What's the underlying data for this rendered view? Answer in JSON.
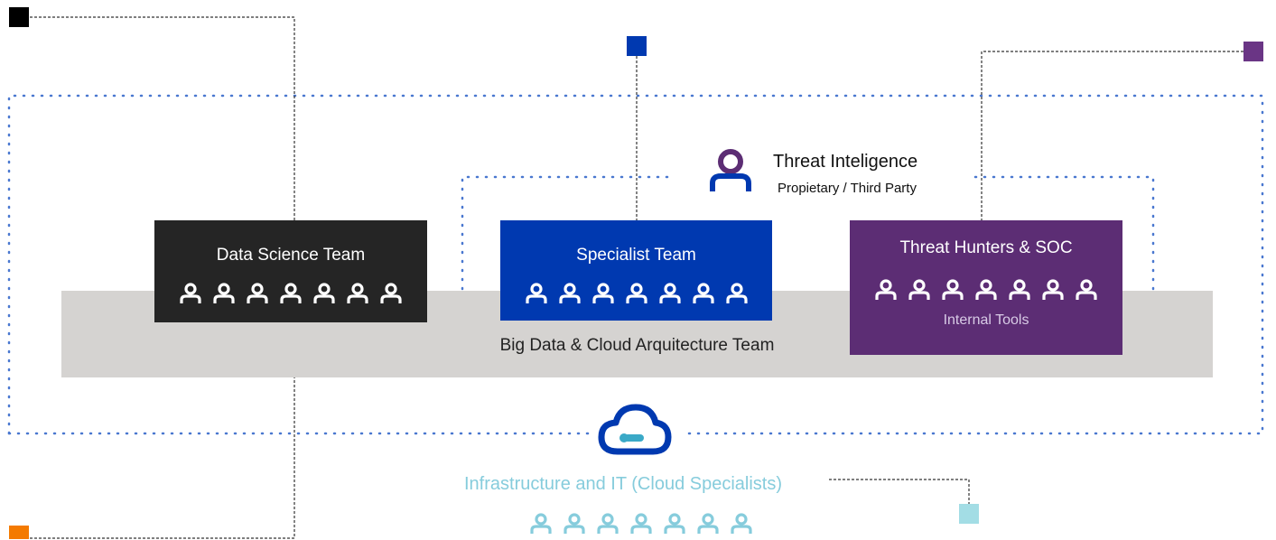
{
  "threat_intel": {
    "title": "Threat Inteligence",
    "subtitle": "Propietary / Third Party"
  },
  "teams": {
    "data_science": {
      "title": "Data Science Team",
      "members": 7,
      "color": "#252525"
    },
    "specialist": {
      "title": "Specialist Team",
      "members": 7,
      "color": "#0039b0"
    },
    "threat_hunters": {
      "title": "Threat Hunters & SOC",
      "subtitle": "Internal Tools",
      "members": 7,
      "color": "#5c2d74"
    }
  },
  "band": {
    "label": "Big Data & Cloud Arquitecture Team",
    "color": "#d5d3d1"
  },
  "infrastructure": {
    "label": "Infrastructure and IT (Cloud Specialists)",
    "members": 7,
    "color": "#86ccdc"
  },
  "markers": {
    "black": "#000000",
    "blue": "#0039b0",
    "purple": "#6a3585",
    "orange": "#f47a00",
    "light_blue": "#a3dde5"
  },
  "outline_color": "#4a78d0",
  "icons": [
    "person-icon",
    "cloud-icon",
    "user-badge-icon"
  ]
}
